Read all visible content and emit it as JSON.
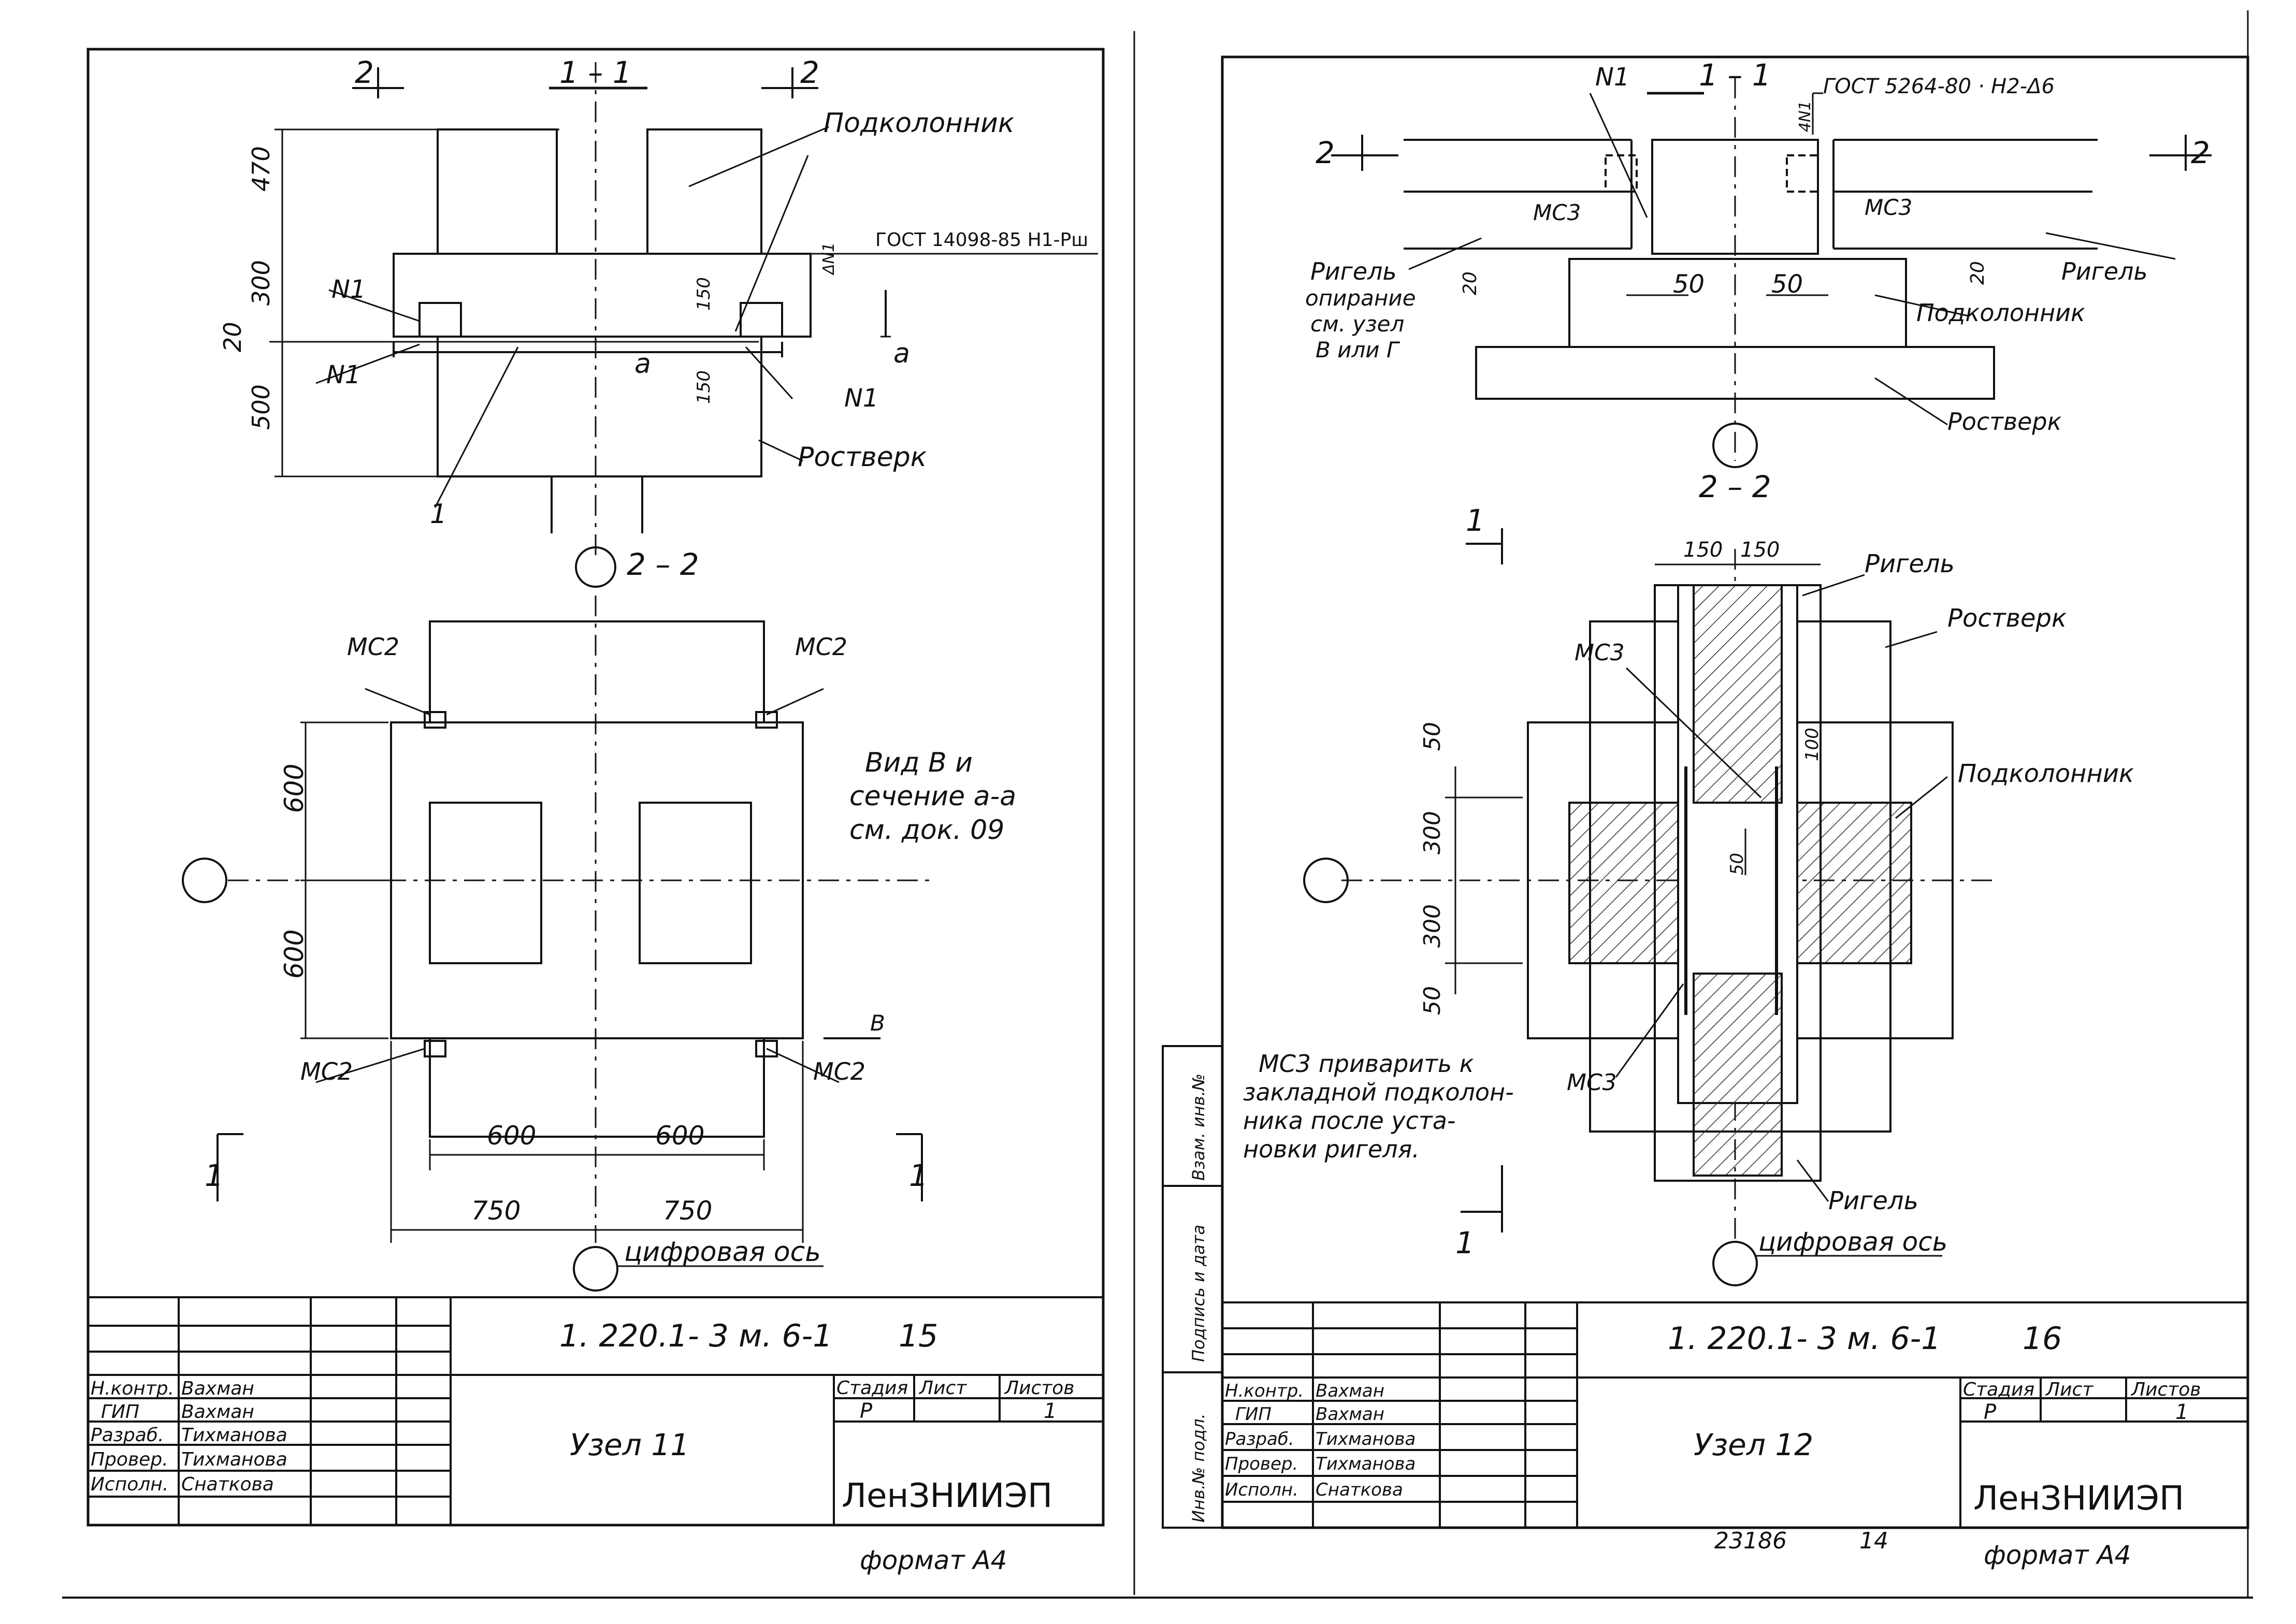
{
  "left_sheet": {
    "section_1_1": {
      "section_title": "1 – 1",
      "cut_marks": [
        "2",
        "2"
      ],
      "labels": {
        "podkolonnik": "Подколонник",
        "gost": "ГОСТ 14098-85 Н1-Рш",
        "weld": "ΔN1",
        "n1_top": "N1",
        "n1_left": "N1",
        "n1_right": "N1",
        "rostverk": "Ростверк",
        "mark_1": "1",
        "a_left": "а",
        "a_right": "а"
      },
      "dims": {
        "d470": "470",
        "d300": "300",
        "d20": "20",
        "d500": "500",
        "d150a": "150",
        "d150b": "150"
      }
    },
    "section_2_2": {
      "section_title": "2 – 2",
      "labels": {
        "mc2_tl": "МС2",
        "mc2_tr": "МС2",
        "mc2_bl": "МС2",
        "mc2_br": "МС2",
        "view_b": "В",
        "note_line1": "Вид В и",
        "note_line2": "сечение а-а",
        "note_line3": "см. док. 09",
        "cut_1": "1",
        "cut_1b": "1",
        "digital_axis": "цифровая ось"
      },
      "dims": {
        "d600_v1": "600",
        "d600_v2": "600",
        "d600_h1": "600",
        "d600_h2": "600",
        "d750_1": "750",
        "d750_2": "750"
      }
    },
    "title_block": {
      "doc_code": "1. 220.1- 3 м. 6-1",
      "sheet_no": "15",
      "node_name": "Узел 11",
      "stage_label": "Стадия",
      "sheet_label": "Лист",
      "sheets_label": "Листов",
      "stage_value": "Р",
      "sheets_value": "1",
      "org": "ЛенЗНИИЭП",
      "roles": [
        "Н.контр.",
        "ГИП",
        "Разраб.",
        "Провер.",
        "Исполн."
      ],
      "names": [
        "Вахман",
        "Вахман",
        "Тихманова",
        "Тихманова",
        "Снаткова"
      ],
      "format": "формат А4"
    }
  },
  "right_sheet": {
    "section_1_1": {
      "section_title": "1 – 1",
      "cut_marks": [
        "2",
        "2"
      ],
      "labels": {
        "n1": "N1",
        "gost": "ГОСТ 5264-80 · Н2-Δ6",
        "weld": "4N1",
        "mc3_left": "МС3",
        "mc3_right": "МС3",
        "rigel_left": "Ригель",
        "rigel_right": "Ригель",
        "support_line1": "опирание",
        "support_line2": "см. узел",
        "support_line3": "В или Г",
        "podkolonnik": "Подколонник",
        "rostverk": "Ростверк"
      },
      "dims": {
        "d20_left": "20",
        "d20_right": "20",
        "d50_left": "50",
        "d50_right": "50"
      }
    },
    "section_2_2": {
      "section_title": "2 – 2",
      "labels": {
        "rigel_top": "Ригель",
        "rostverk": "Ростверк",
        "mc3_top": "МС3",
        "mc3_bottom": "МС3",
        "podkolonnik": "Подколонник",
        "rigel_bottom": "Ригель",
        "cut_1_top": "1",
        "cut_1_bottom": "1",
        "digital_axis": "цифровая ось",
        "note_line1": "МС3 приварить к",
        "note_line2": "закладной подколон-",
        "note_line3": "ника после уста-",
        "note_line4": "новки ригеля."
      },
      "dims": {
        "d150a": "150",
        "d150b": "150",
        "d100": "100",
        "d50_top": "50",
        "d300a": "300",
        "d300b": "300",
        "d50_bottom": "50",
        "d50_mid": "50"
      }
    },
    "side_stamp": [
      "Инв.№ подл.",
      "Подпись и дата",
      "Взам. инв.№"
    ],
    "title_block": {
      "doc_code": "1. 220.1- 3 м. 6-1",
      "sheet_no": "16",
      "node_name": "Узел 12",
      "stage_label": "Стадия",
      "sheet_label": "Лист",
      "sheets_label": "Листов",
      "stage_value": "Р",
      "sheets_value": "1",
      "org": "ЛенЗНИИЭП",
      "roles": [
        "Н.контр.",
        "ГИП",
        "Разраб.",
        "Провер.",
        "Исполн."
      ],
      "names": [
        "Вахман",
        "Вахман",
        "Тихманова",
        "Тихманова",
        "Снаткова"
      ],
      "inventory": "23186",
      "inventory_sheet": "14",
      "format": "формат А4"
    }
  },
  "colors": {
    "ink": "#111111",
    "paper": "#ffffff",
    "hatch": "#333333"
  }
}
